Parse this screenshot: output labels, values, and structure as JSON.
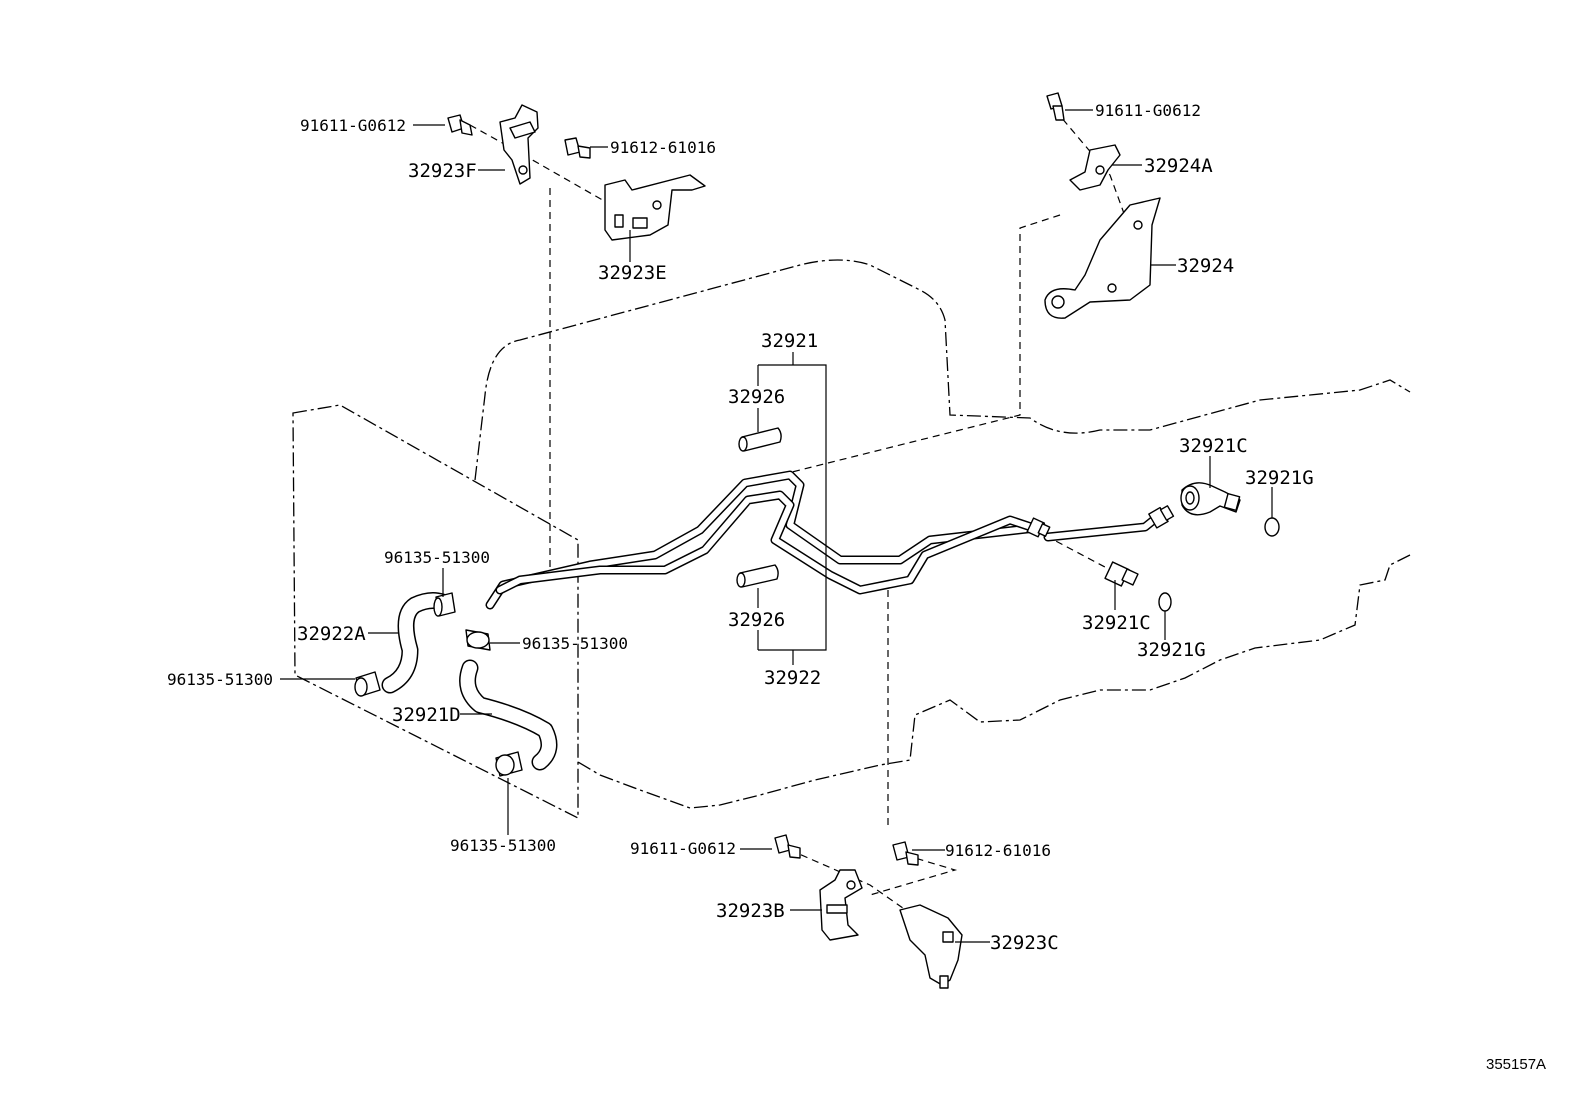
{
  "labels": {
    "bolt_top_left": "91611-G0612",
    "bracket_f": "32923F",
    "bolt_top_mid": "91612-61016",
    "bracket_e": "32923E",
    "bolt_top_right": "91611-G0612",
    "bracket_24a": "32924A",
    "bracket_24": "32924",
    "pipe_21": "32921",
    "grommet_upper": "32926",
    "grommet_lower": "32926",
    "pipe_22": "32922",
    "union_upper": "32921C",
    "oring_upper": "32921G",
    "union_lower": "32921C",
    "oring_lower": "32921G",
    "clamp_top": "96135-51300",
    "hose_22a": "32922A",
    "clamp_mid": "96135-51300",
    "clamp_left": "96135-51300",
    "hose_21d": "32921D",
    "clamp_bottom": "96135-51300",
    "bolt_bot_left": "91611-G0612",
    "bolt_bot_right": "91612-61016",
    "bracket_b": "32923B",
    "bracket_c": "32923C"
  },
  "figure_id": "355157A"
}
